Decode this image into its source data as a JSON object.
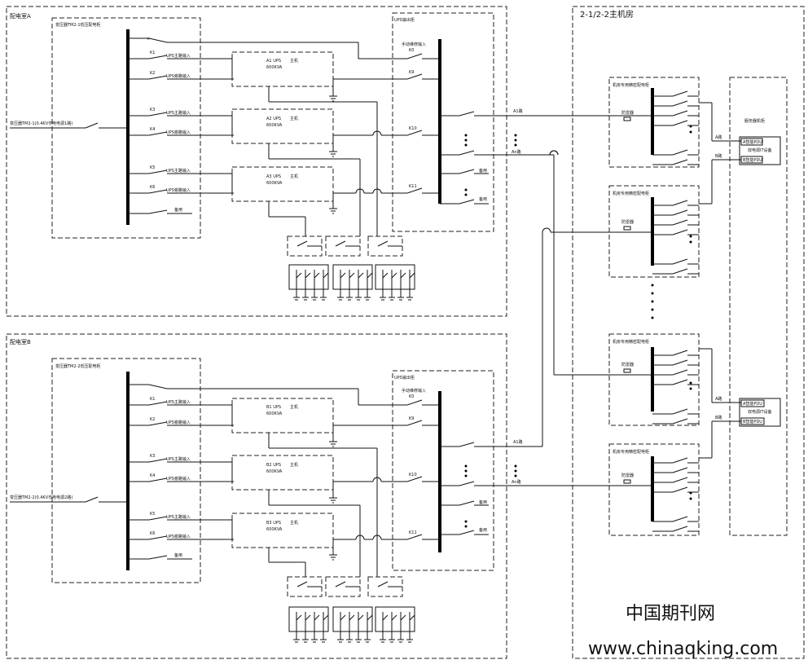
{
  "rooms": {
    "room_a": "配电室A",
    "room_b": "配电室B",
    "main_room": "2-1/2-2主机房"
  },
  "panels": {
    "lv_a": "变压器TM2-1低压配电柜",
    "lv_b": "变压器TM2-2低压配电柜",
    "ups_out": "UPS输出柜"
  },
  "sources": {
    "a": "变压器TM2-1(0.4KV市电电源1路)",
    "b": "变压器TM2-2(0.4KV市电电源2路)"
  },
  "left_switches": [
    "K1",
    "K2",
    "K3",
    "K4",
    "K5",
    "K6"
  ],
  "left_feed_labels": [
    "UPS主路输入",
    "UPS旁路输入"
  ],
  "spare": "备用",
  "ups_a": [
    {
      "name": "A1 UPS",
      "sub": "主机",
      "cap": "600KVA"
    },
    {
      "name": "A2 UPS",
      "sub": "主机",
      "cap": "600KVA"
    },
    {
      "name": "A3 UPS",
      "sub": "主机",
      "cap": "600KVA"
    }
  ],
  "ups_b": [
    {
      "name": "B1 UPS",
      "sub": "主机",
      "cap": "600KVA"
    },
    {
      "name": "B2 UPS",
      "sub": "主机",
      "cap": "600KVA"
    },
    {
      "name": "B3 UPS",
      "sub": "主机",
      "cap": "600KVA"
    }
  ],
  "right_switches": [
    "K0",
    "K9",
    "K10",
    "K11"
  ],
  "manual_bypass": "手动维修输入",
  "out_lines": {
    "first": "A1路",
    "nth": "An路",
    "first_b": "A1路",
    "nth_b": "An路"
  },
  "dist_cabinet": "机房专用精密配电柜",
  "surge": "防雷器",
  "it_cabinet": {
    "title": "服务器机柜",
    "pdu_a": "A智能PDU",
    "pdu_b": "B智能PDU",
    "device": "双电源IT设备",
    "route_a": "A路",
    "route_b": "B路"
  },
  "watermark": {
    "cn": "中国期刊网",
    "url": "www.chinaqking.com"
  }
}
